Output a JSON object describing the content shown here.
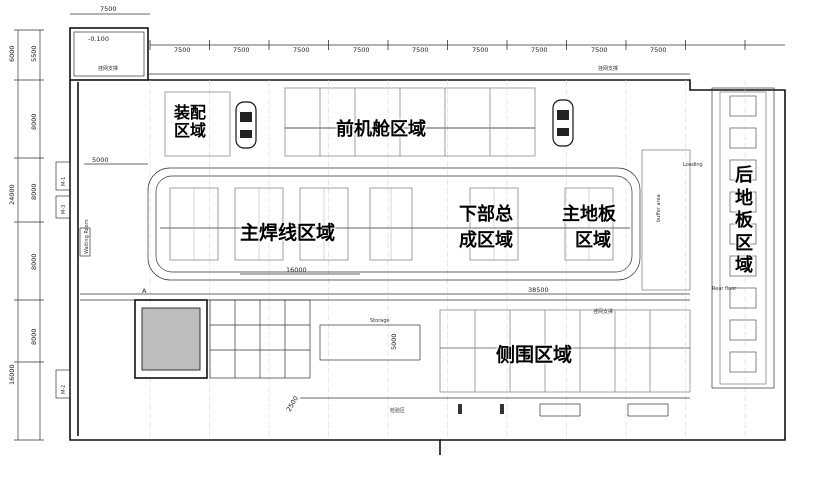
{
  "zones": {
    "assembly": "装配\n区域",
    "front_cabin": "前机舱区域",
    "main_weld": "主焊线区域",
    "lower_assembly_1": "下部总",
    "lower_assembly_2": "成区域",
    "main_floor_1": "主地板",
    "main_floor_2": "区域",
    "side_frame": "侧围区域",
    "rear_floor": "后\n地\n板\n区\n域"
  },
  "dimensions": {
    "top_corner": "7500",
    "top_spans": [
      "7500",
      "7500",
      "7500",
      "7500",
      "7500",
      "7500",
      "7500",
      "7500",
      "7500"
    ],
    "left_1": "6000",
    "left_2": "5500",
    "left_3": "8000",
    "left_4": "24000",
    "left_5": "8000",
    "left_6": "8000",
    "left_7": "16000",
    "left_8": "8000",
    "level": "-0.100",
    "d_5000": "5000",
    "d_16000": "16000",
    "d_38500": "38500",
    "d_2500": "2500",
    "d_5000b": "5000"
  },
  "markers": {
    "m1": "M-1",
    "m2": "M-2",
    "m3": "M-3",
    "a": "A"
  },
  "equipment_labels": {
    "overhead_1": "挂网支撑",
    "overhead_2": "挂网支撑",
    "overhead_3": "挂网支撑",
    "loading": "Loading",
    "buffer": "buffer area",
    "rear_floor_en": "Rear floor",
    "waiting": "Waiting Room",
    "storage": "Storage",
    "station_bottom": "检验区"
  }
}
